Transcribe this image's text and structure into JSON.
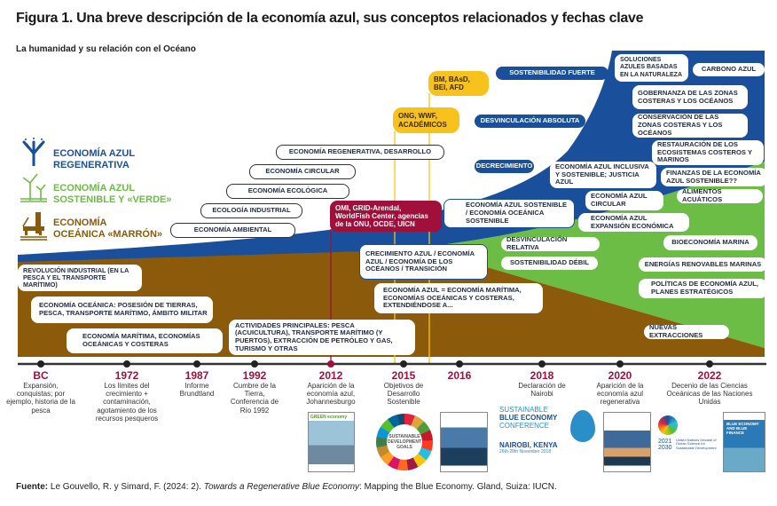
{
  "title": "Figura 1.  Una breve descripción de la economía azul, sus conceptos relacionados y fechas clave",
  "subtitle": "La humanidad y su relación con el Océano",
  "colors": {
    "blue": "#1a4f9c",
    "green": "#6cbd45",
    "brown": "#8b5a0a",
    "red": "#a0103a",
    "yellow": "#f7c21b"
  },
  "legend": [
    {
      "line1": "ECONOMÍA AZUL",
      "line2": "REGENERATIVA",
      "icon": "coral-icon",
      "color": "#1a4f9c"
    },
    {
      "line1": "ECONOMÍA AZUL",
      "line2": "SOSTENIBLE Y «VERDE»",
      "icon": "wind-turbine-icon",
      "color": "#6cbd45"
    },
    {
      "line1": "ECONOMÍA",
      "line2": "OCEÁNICA «MARRÓN»",
      "icon": "oil-platform-icon",
      "color": "#8b5a0a"
    }
  ],
  "concepts": {
    "regen": "ECONOMÍA REGENERATIVA, DESARROLLO",
    "circular": "ECONOMÍA CIRCULAR",
    "ecologica": "ECONOMÍA ECOLÓGICA",
    "industrial": "ECOLOGÍA INDUSTRIAL",
    "ambiental": "ECONOMÍA AMBIENTAL",
    "omi": "OMI, GRID-Arendal, WorldFish Center, agencias de la ONU, OCDE, UICN",
    "ong": "ONG, WWF, ACADÉMICOS",
    "bm": "BM, BAsD, BEI, AFD",
    "fuerte": "SOSTENIBILIDAD FUERTE",
    "absoluta": "DESVINCULACIÓN ABSOLUTA",
    "decrecimiento": "DECRECIMIENTO",
    "soluciones": "SOLUCIONES AZULES BASADAS EN LA NATURALEZA",
    "carbono": "CARBONO AZUL",
    "gobernanza": "GOBERNANZA DE LAS ZONAS COSTERAS Y LOS OCÉANOS",
    "conservacion": "CONSERVACIÓN DE LAS ZONAS COSTERAS Y LOS OCÉANOS",
    "restauracion": "RESTAURACIÓN DE LOS ECOSISTEMAS COSTEROS Y MARINOS",
    "inclusiva": "ECONOMÍA AZUL INCLUSIVA Y SOSTENIBLE; JUSTICIA AZUL",
    "finanzas": "FINANZAS DE LA ECONOMÍA AZUL SOSTENIBLE??",
    "azulcircular": "ECONOMÍA AZUL CIRCULAR",
    "alimentos": "ALIMENTOS ACUÁTICOS",
    "sostenible": "ECONOMÍA AZUL SOSTENIBLE / ECONOMÍA OCEÁNICA SOSTENIBLE",
    "expansion": "ECONOMÍA AZUL EXPANSIÓN ECONÓMICA",
    "relativa": "DESVINCULACIÓN RELATIVA",
    "debil": "SOSTENIBILIDAD DÉBIL",
    "bioeconomia": "BIOECONOMÍA MARINA",
    "energias": "ENERGÍAS RENOVABLES MARINAS",
    "politicas": "POLÍTICAS DE ECONOMÍA AZUL, PLANES ESTRATÉGICOS",
    "crecimiento": "CRECIMIENTO AZUL / ECONOMÍA AZUL / ECONOMÍA DE LOS OCÉANOS / TRANSICIÓN",
    "igual": "ECONOMÍA AZUL = ECONOMÍA MARÍTIMA, ECONOMÍAS OCEÁNICAS Y COSTERAS, EXTENDIÉNDOSE A...",
    "nuevas": "NUEVAS EXTRACCIONES",
    "revolucion": "REVOLUCIÓN INDUSTRIAL (EN LA PESCA Y EL TRANSPORTE MARÍTIMO)",
    "oceanica": "ECONOMÍA OCEÁNICA: POSESIÓN DE TIERRAS, PESCA, TRANSPORTE MARÍTIMO, ÁMBITO MILITAR",
    "maritima": "ECONOMÍA MARÍTIMA, ECONOMÍAS OCEÁNICAS Y COSTERAS",
    "actividades": "ACTIVIDADES PRINCIPALES: PESCA (ACUICULTURA), TRANSPORTE MARÍTIMO (Y PUERTOS), EXTRACCIÓN DE PETRÓLEO Y GAS, TURISMO Y OTRAS"
  },
  "timeline": [
    {
      "year": "BC",
      "desc": "Expansión, conquistas; por ejemplo, historia de la pesca"
    },
    {
      "year": "1972",
      "desc": "Los límites del crecimiento + contaminación, agotamiento de los recursos pesqueros"
    },
    {
      "year": "1987",
      "desc": "Informe Brundtland"
    },
    {
      "year": "1992",
      "desc": "Cumbre de la Tierra, Conferencia de Río 1992"
    },
    {
      "year": "2012",
      "desc": "Aparición de la economía azul, Johannesburgo"
    },
    {
      "year": "2015",
      "desc": "Objetivos de Desarrollo Sostenible"
    },
    {
      "year": "2016",
      "desc": ""
    },
    {
      "year": "2018",
      "desc": "Declaración de Nairobi"
    },
    {
      "year": "2020",
      "desc": "Aparición de la economía azul regenerativa"
    },
    {
      "year": "2022",
      "desc": "Decenio de las Ciencias Oceánicas de las Naciones Unidas"
    }
  ],
  "images": {
    "green_economy": "GREEN economy",
    "sdg": "SUSTAINABLE DEVELOPMENT GOALS",
    "sbe1": "SUSTAINABLE",
    "sbe2": "BLUE ECONOMY",
    "sbe3": "CONFERENCE",
    "sbe4": "NAIROBI, KENYA",
    "sbe5": "26th-28th November 2018",
    "decade1": "2021",
    "decade2": "2030",
    "decade3": "United Nations Decade of Ocean Science for Sustainable Development",
    "cover2022": "BLUE ECONOMY AND BLUE FINANCE"
  },
  "source": {
    "label": "Fuente:",
    "text": " Le Gouvello, R. y Simard, F. (2024: 2). ",
    "italic": "Towards a Regenerative Blue Economy",
    "rest": ": Mapping the Blue Economy. Gland, Suiza: IUCN."
  }
}
